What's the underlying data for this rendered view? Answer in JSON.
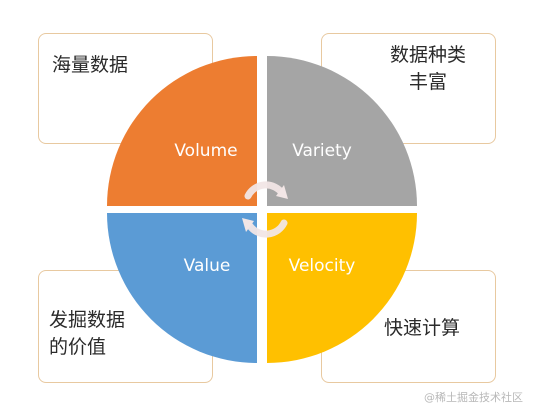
{
  "callouts": {
    "top_left": "海量数据",
    "top_right": "数据种类\n丰富",
    "bottom_left": "发掘数据\n的价值",
    "bottom_right": "快速计算"
  },
  "quadrants": {
    "top_left": {
      "label": "Volume",
      "color": "#ed7d31"
    },
    "top_right": {
      "label": "Variety",
      "color": "#a5a5a5"
    },
    "bottom_left": {
      "label": "Value",
      "color": "#5b9bd5"
    },
    "bottom_right": {
      "label": "Velocity",
      "color": "#ffc000"
    }
  },
  "center_icon": "cycle-arrows-icon",
  "watermark": "@稀土掘金技术社区"
}
